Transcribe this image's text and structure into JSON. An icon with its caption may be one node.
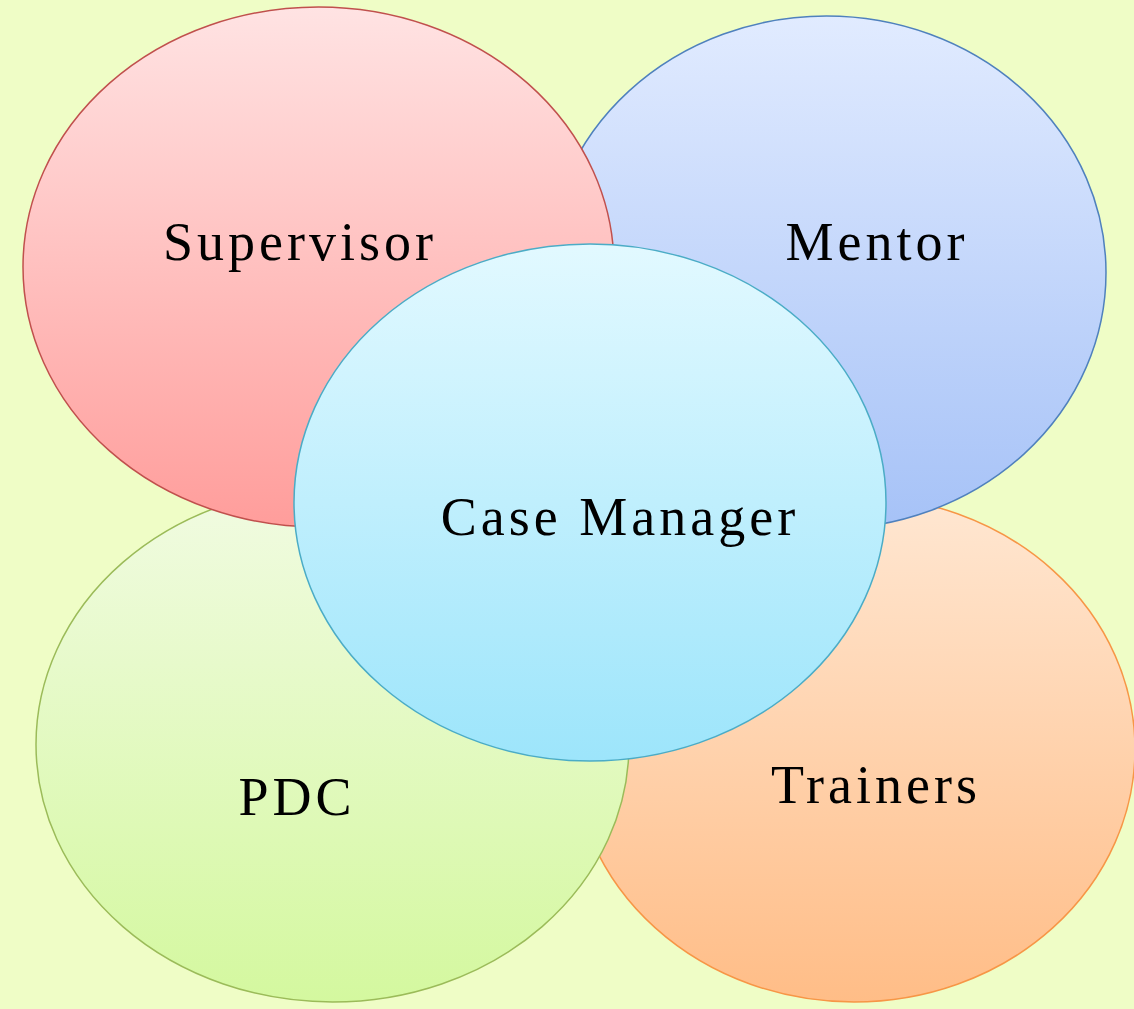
{
  "diagram": {
    "nodes": [
      {
        "text": [
          "Supervisor"
        ]
      },
      {
        "text": [
          "Mentor"
        ]
      },
      {
        "text": [
          "Case Manager"
        ]
      },
      {
        "text": [
          "PDC"
        ]
      },
      {
        "text": [
          "Trainers"
        ]
      }
    ]
  }
}
